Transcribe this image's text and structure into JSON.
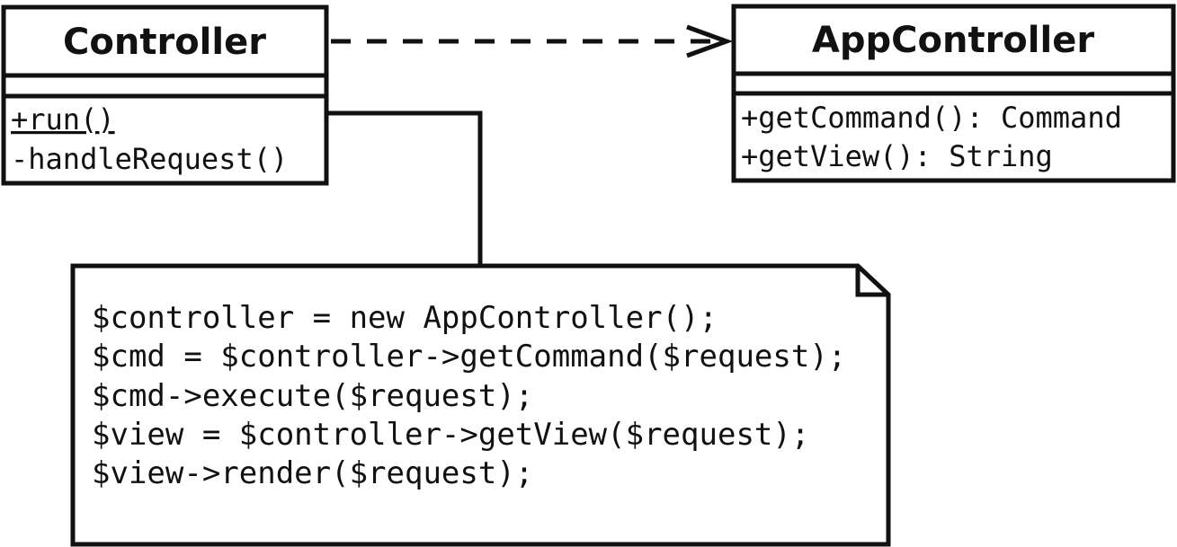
{
  "classes": {
    "controller": {
      "name": "Controller",
      "operations": [
        "+run()",
        "-handleRequest()"
      ]
    },
    "app_controller": {
      "name": "AppController",
      "operations": [
        "+getCommand(): Command",
        "+getView(): String"
      ]
    }
  },
  "note": {
    "lines": [
      "$controller = new AppController();",
      "$cmd = $controller->getCommand($request);",
      "$cmd->execute($request);",
      "$view = $controller->getView($request);",
      "$view->render($request);"
    ]
  },
  "colors": {
    "stroke": "#111111",
    "background": "#ffffff"
  }
}
